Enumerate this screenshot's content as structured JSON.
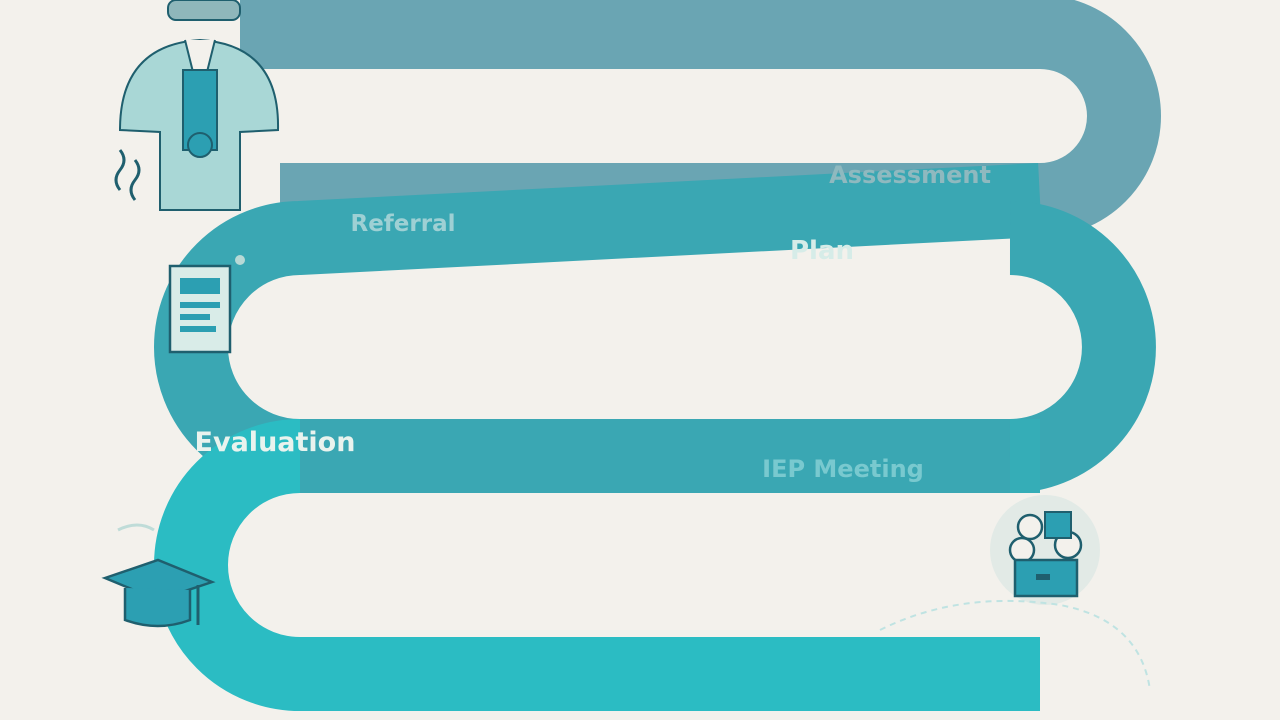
{
  "stages": [
    {
      "key": "assessment",
      "label": "Assessment"
    },
    {
      "key": "referral",
      "label": "Referral"
    },
    {
      "key": "plan",
      "label": "Plan"
    },
    {
      "key": "evaluation",
      "label": "Evaluation"
    },
    {
      "key": "iep",
      "label": "IEP Meeting"
    }
  ],
  "colors": {
    "background": "#f3f1ec",
    "path_top": "#6aa5b3",
    "path_mid": "#3aa7b3",
    "path_bottom": "#2bbcc3",
    "label_light": "#9ed0d4",
    "label_strong": "#e9f3ee",
    "icon_outline": "#1f5f6e",
    "icon_fill": "#2c9fb2"
  },
  "icons": [
    "doctor-figure-icon",
    "clipboard-icon",
    "graduation-cap-icon",
    "people-meeting-icon"
  ]
}
